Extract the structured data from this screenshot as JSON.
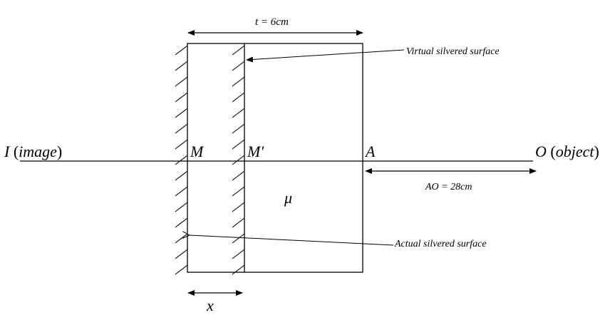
{
  "labels": {
    "thickness": "t = 6cm",
    "virtual_surface": "Virtual silvered surface",
    "actual_surface": "Actual silvered surface",
    "image_I": "I",
    "image_word": "image",
    "point_M": "M",
    "point_M_prime": "M′",
    "point_A": "A",
    "object_O": "O",
    "object_word": "object",
    "ao_distance": "AO = 28cm",
    "mu": "μ",
    "x": "x"
  }
}
